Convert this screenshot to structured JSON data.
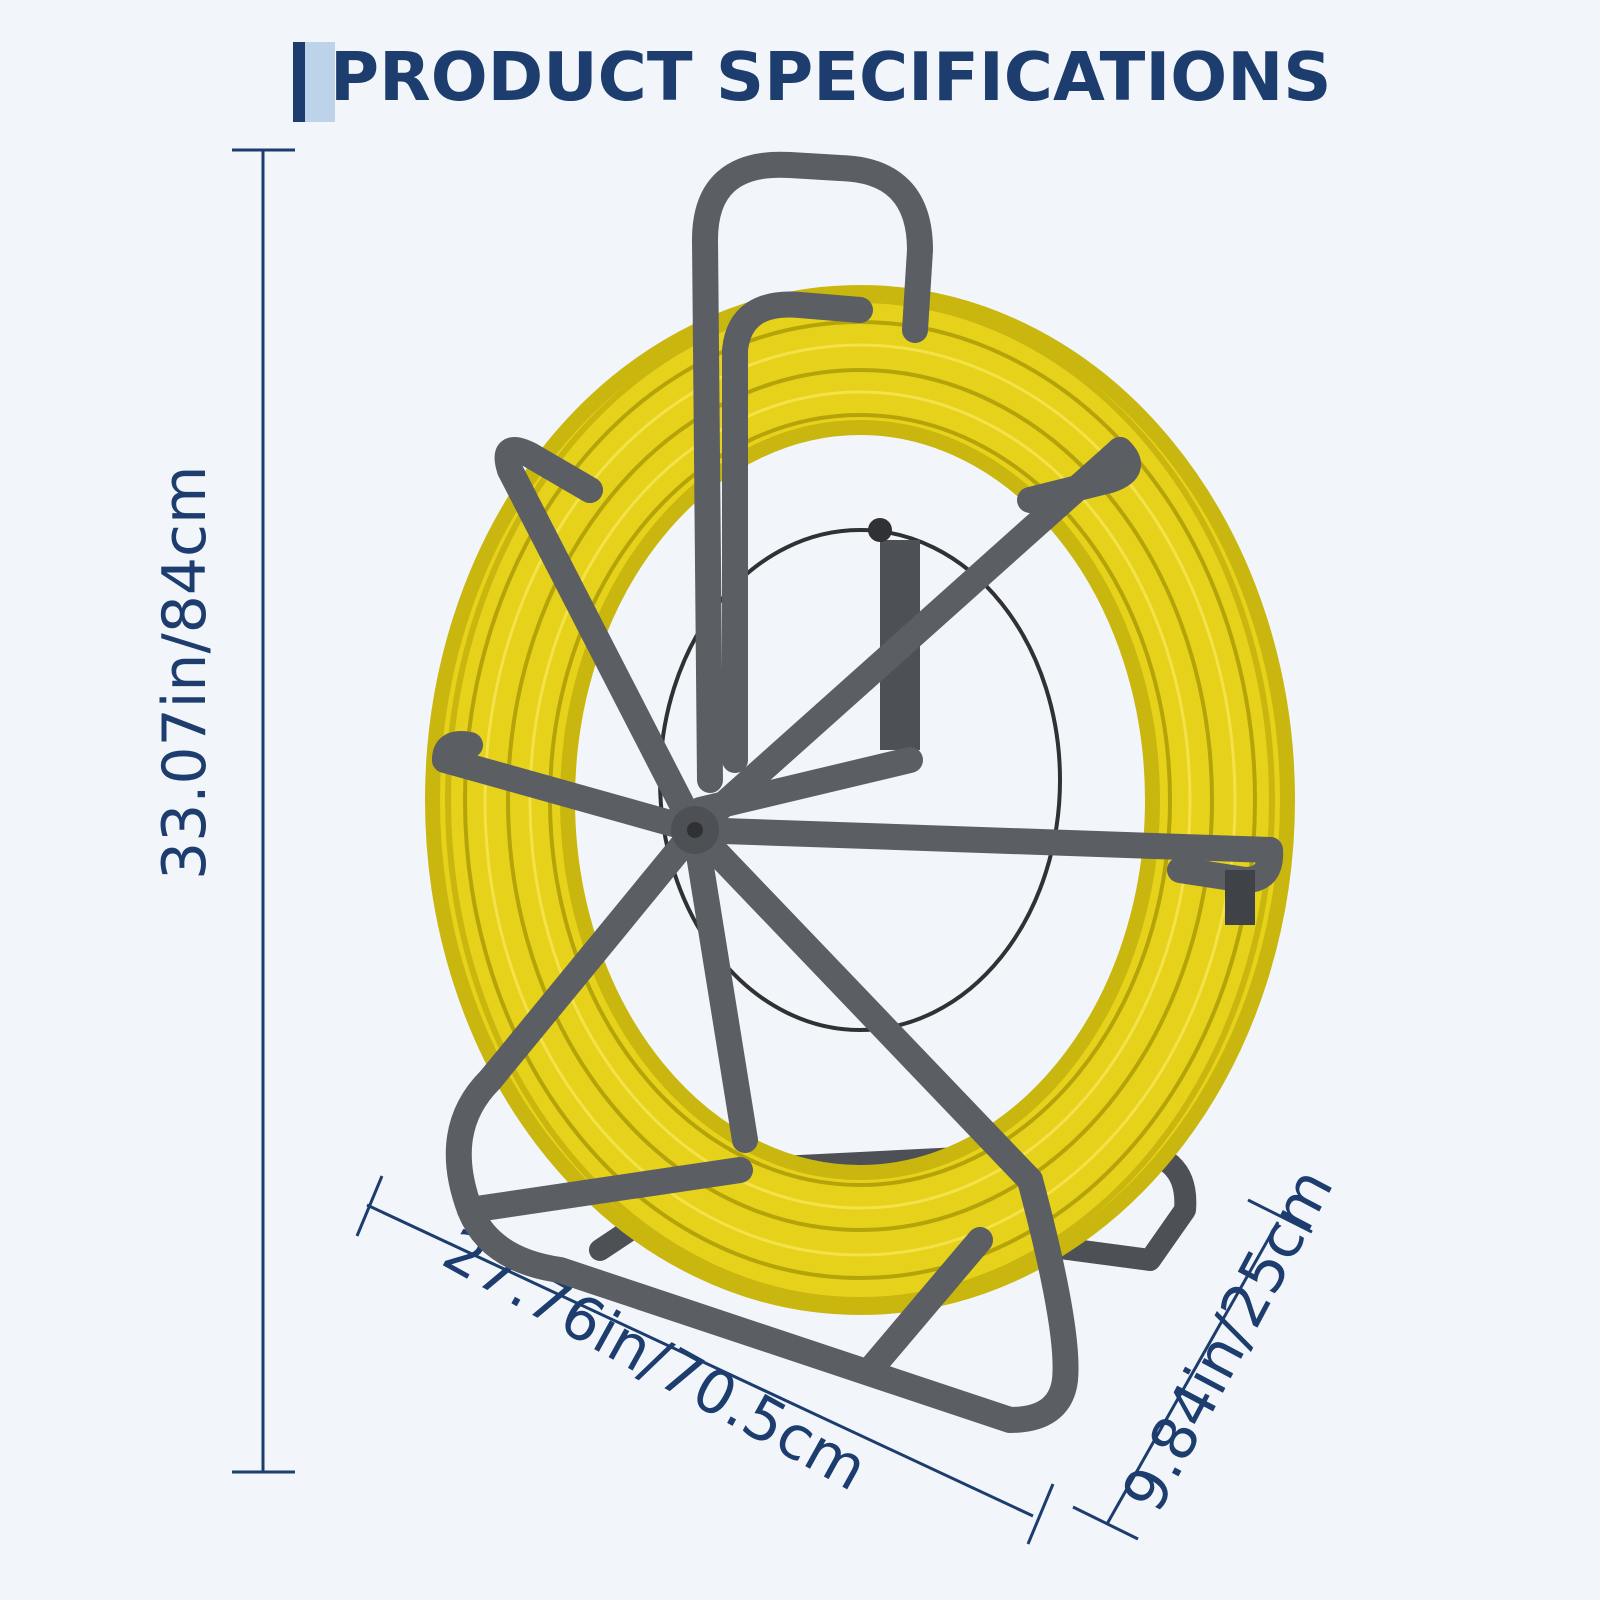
{
  "title": "PRODUCT SPECIFICATIONS",
  "dimensions": {
    "height": "33.07in/84cm",
    "width": "27.76in/70.5cm",
    "depth": "9.84in/25cm"
  },
  "colors": {
    "brand": "#1c3d6e",
    "accent": "#bcd3ea",
    "rod": "#e6d21a",
    "frame": "#5b5e63",
    "background": "#f2f5f9"
  },
  "product_image": "fiberglass-duct-rodder-on-reel-stand"
}
